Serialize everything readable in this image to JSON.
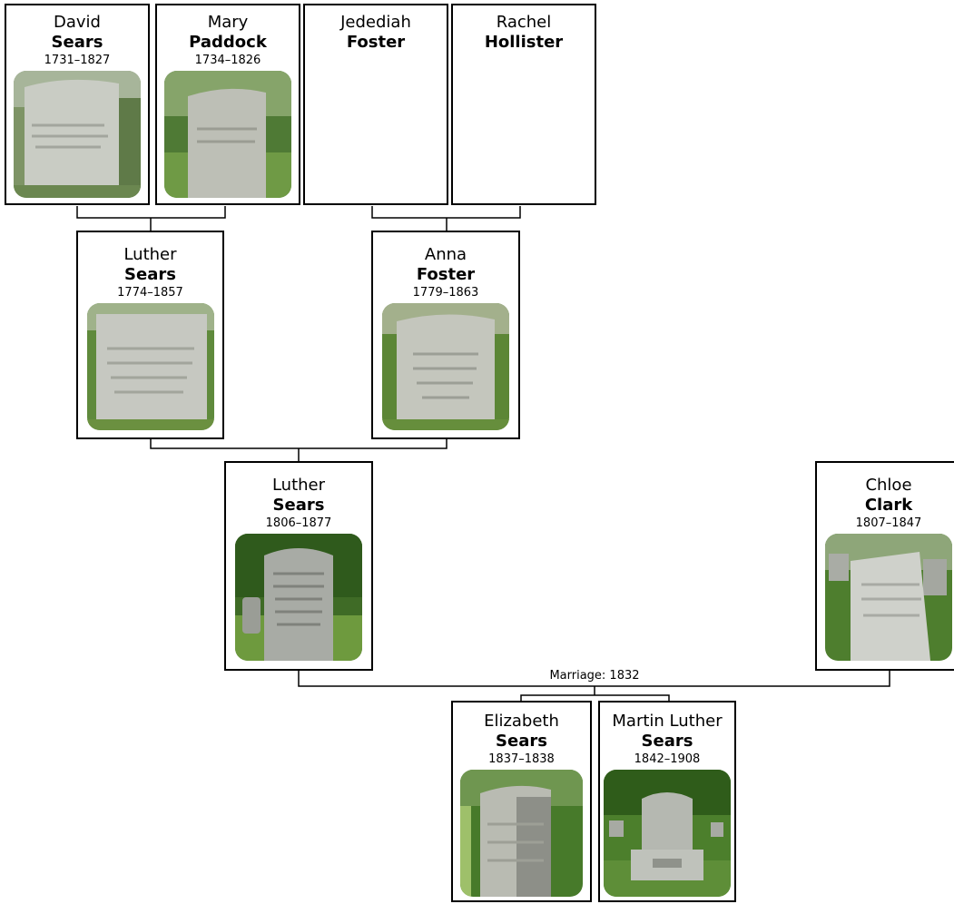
{
  "people": {
    "david_sears": {
      "given": "David",
      "surname": "Sears",
      "dates": "1731–1827"
    },
    "mary_paddock": {
      "given": "Mary",
      "surname": "Paddock",
      "dates": "1734–1826"
    },
    "jedediah_foster": {
      "given": "Jedediah",
      "surname": "Foster",
      "dates": ""
    },
    "rachel_hollister": {
      "given": "Rachel",
      "surname": "Hollister",
      "dates": ""
    },
    "luther_sears_1774": {
      "given": "Luther",
      "surname": "Sears",
      "dates": "1774–1857"
    },
    "anna_foster": {
      "given": "Anna",
      "surname": "Foster",
      "dates": "1779–1863"
    },
    "luther_sears_1806": {
      "given": "Luther",
      "surname": "Sears",
      "dates": "1806–1877"
    },
    "chloe_clark": {
      "given": "Chloe",
      "surname": "Clark",
      "dates": "1807–1847"
    },
    "elizabeth_sears": {
      "given": "Elizabeth",
      "surname": "Sears",
      "dates": "1837–1838"
    },
    "martin_luther_sears": {
      "given": "Martin Luther",
      "surname": "Sears",
      "dates": "1842–1908"
    }
  },
  "marriage": {
    "label": "Marriage: 1832"
  },
  "colors": {
    "border": "#000000",
    "line": "#000000",
    "background": "#ffffff",
    "grass": "#5c8a3a",
    "stone": "#bfc2bc"
  }
}
